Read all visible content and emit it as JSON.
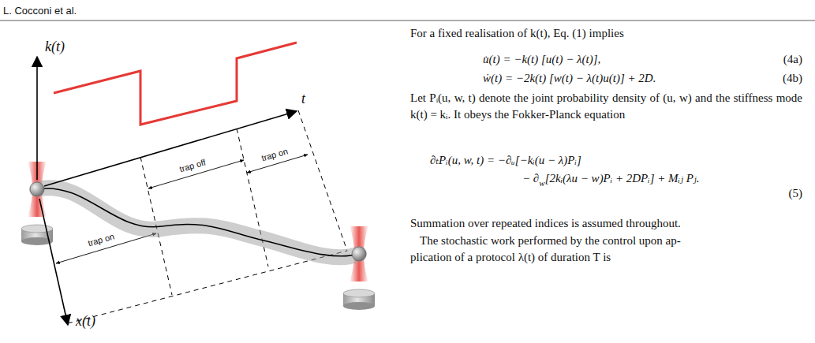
{
  "diagram": {
    "labels": [
      "L. Cocconi et al.",
      "k(t)",
      "t",
      "x(t)",
      "trap on",
      "trap off",
      "trap on",
      "For a fixed realisation of k(t), Eq. (1) implies",
      "u̇(t) = −k(t) [u(t) − λ(t)],",
      "(4a)",
      "ẇ(t) = −2k(t) [w(t) − λ(t)u(t)] + 2D.",
      "(4b)",
      "Let Pᵢ(u, w, t) denote the joint probability density of (u, w) and the stiffness mode k(t) = kᵢ. It obeys the Fokker-Planck equation",
      "∂ₜPᵢ(u, w, t) = −∂ᵤ[−kᵢ(u − λ)Pᵢ]",
      "− ∂",
      "w",
      "[2kᵢ(λu − w)Pᵢ + 2DPᵢ] + Mᵢⱼ Pⱼ.",
      "(5)",
      "Summation over repeated indices is assumed throughout.",
      "The stochastic work performed by the control upon ap-",
      "plication of a protocol λ(t) of duration T is"
    ]
  }
}
